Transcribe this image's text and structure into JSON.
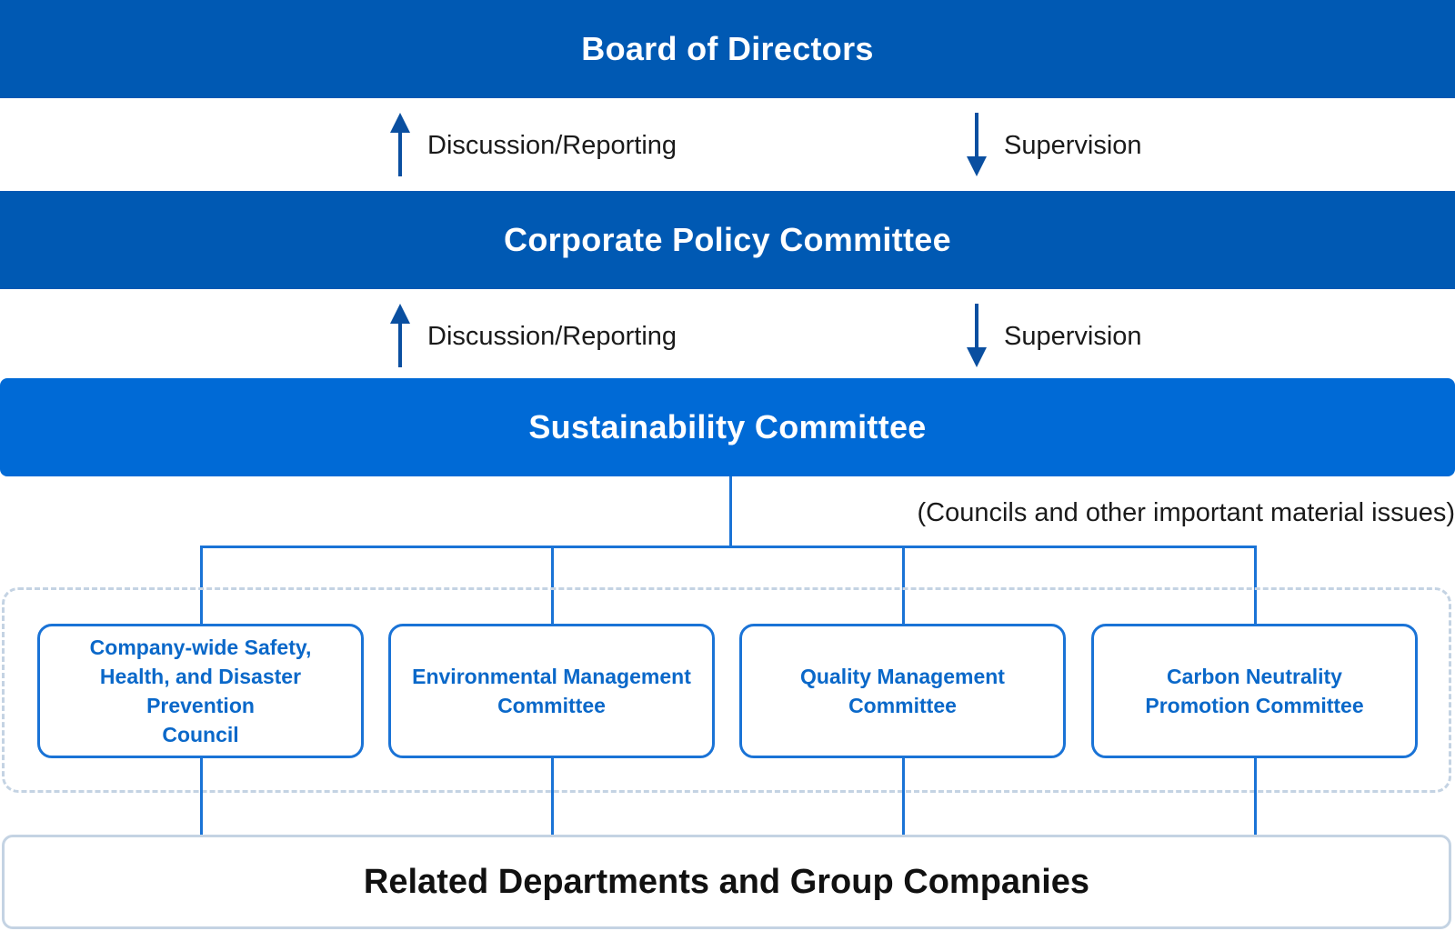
{
  "board": {
    "title": "Board of Directors"
  },
  "flow1": {
    "up_label": "Discussion/Reporting",
    "down_label": "Supervision"
  },
  "policy": {
    "title": "Corporate Policy Committee"
  },
  "flow2": {
    "up_label": "Discussion/Reporting",
    "down_label": "Supervision"
  },
  "sustainability": {
    "title": "Sustainability Committee",
    "note": "(Councils and other important material issues)"
  },
  "committees": [
    {
      "label": "Company-wide Safety,\nHealth, and Disaster Prevention\nCouncil"
    },
    {
      "label": "Environmental Management\nCommittee"
    },
    {
      "label": "Quality Management\nCommittee"
    },
    {
      "label": "Carbon Neutrality\nPromotion Committee"
    }
  ],
  "related": {
    "title": "Related Departments and Group Companies"
  },
  "colors": {
    "dark_blue": "#0059b3",
    "mid_blue": "#006ad6",
    "line_blue": "#1a73d6",
    "arrow_blue": "#0a4fa0",
    "pale_border": "#c4d3e3"
  }
}
